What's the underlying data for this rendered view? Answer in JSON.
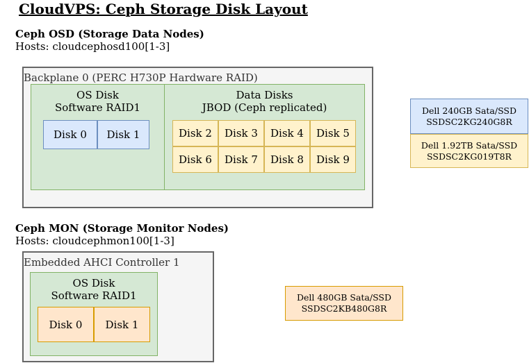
{
  "title": "CloudVPS: Ceph Storage Disk Layout",
  "osd": {
    "heading": "Ceph OSD (Storage Data Nodes)",
    "hosts": "Hosts: cloudcephosd100[1-3]",
    "controller_label": "Backplane 0 (PERC H730P Hardware RAID)",
    "os_group": {
      "title": "OS Disk",
      "subtitle": "Software RAID1",
      "disks": [
        "Disk 0",
        "Disk 1"
      ]
    },
    "data_group": {
      "title": "Data Disks",
      "subtitle": "JBOD (Ceph replicated)",
      "disks": [
        "Disk 2",
        "Disk 3",
        "Disk 4",
        "Disk 5",
        "Disk 6",
        "Disk 7",
        "Disk 8",
        "Disk 9"
      ]
    }
  },
  "mon": {
    "heading": "Ceph MON (Storage Monitor Nodes)",
    "hosts": "Hosts: cloudcephmon100[1-3]",
    "controller_label": "Embedded AHCI Controller 1",
    "os_group": {
      "title": "OS Disk",
      "subtitle": "Software RAID1",
      "disks": [
        "Disk 0",
        "Disk 1"
      ]
    }
  },
  "legend": {
    "blue": {
      "line1": "Dell 240GB Sata/SSD",
      "line2": "SSDSC2KG240G8R",
      "color": "#dae8fc"
    },
    "yellow": {
      "line1": "Dell 1.92TB Sata/SSD",
      "line2": "SSDSC2KG019T8R",
      "color": "#fff2cc"
    },
    "orange": {
      "line1": "Dell 480GB Sata/SSD",
      "line2": "SSDSC2KB480G8R",
      "color": "#ffe6cc"
    }
  }
}
